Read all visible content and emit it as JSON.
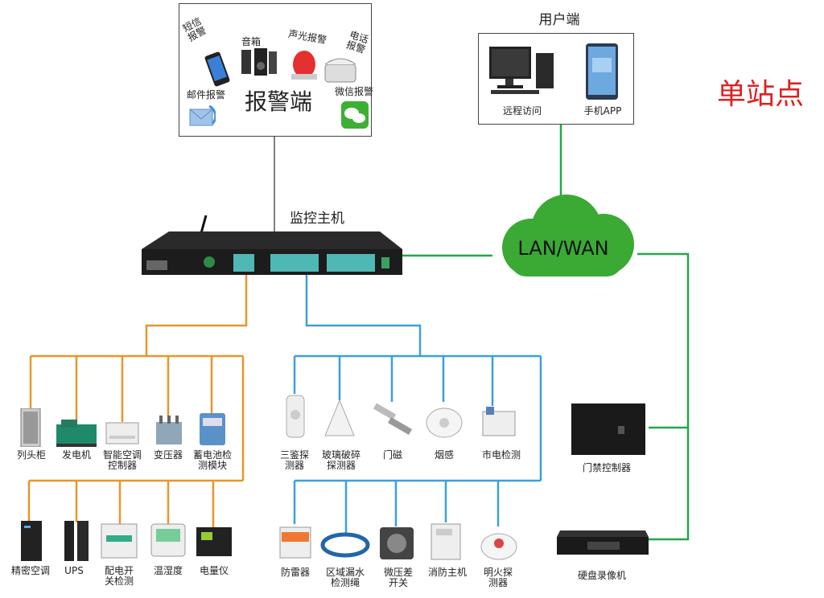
{
  "alarm": {
    "title": "报警端",
    "sms": "短信\n报警",
    "speaker": "音箱",
    "siren": "声光报警",
    "phone": "电话\n报警",
    "email": "邮件报警",
    "wechat": "微信报警"
  },
  "user": {
    "title": "用户端",
    "remote": "远程访问",
    "app": "手机APP"
  },
  "site_label": "单站点",
  "host_label": "监控主机",
  "cloud_label": "LAN/WAN",
  "orange_row1": [
    "列头柜",
    "发电机",
    "智能空调\n控制器",
    "变压器",
    "蓄电池检\n测模块"
  ],
  "orange_row2": [
    "精密空调",
    "UPS",
    "配电开\n关检测",
    "温湿度",
    "电量仪"
  ],
  "blue_row1": [
    "三鉴探\n测器",
    "玻璃破碎\n探测器",
    "门磁",
    "烟感",
    "市电检测"
  ],
  "blue_row2": [
    "防雷器",
    "区域漏水\n检测绳",
    "微压差\n开关",
    "消防主机",
    "明火探\n测器"
  ],
  "right_devices": [
    "门禁控制器",
    "硬盘录像机"
  ],
  "colors": {
    "orange": "#e8962a",
    "blue": "#3aa0dc",
    "green": "#21a84a",
    "cloud": "#3aaa35",
    "red": "#e02020"
  }
}
